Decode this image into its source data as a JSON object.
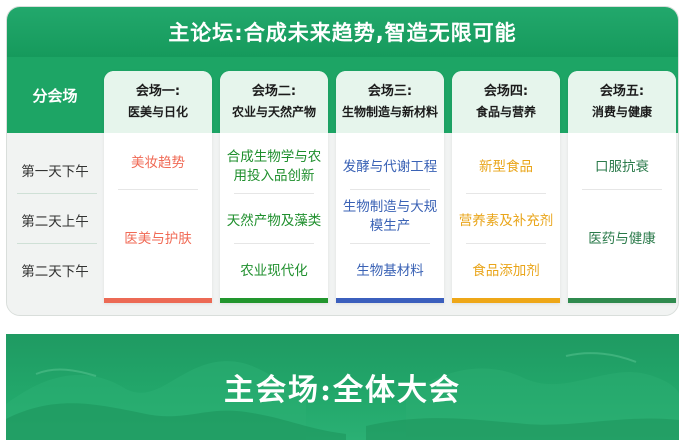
{
  "header": {
    "title": "主论坛:合成未来趋势,智造无限可能"
  },
  "row_header": "分会场",
  "rows": [
    "第一天下午",
    "第二天上午",
    "第二天下午"
  ],
  "columns": [
    {
      "title": "会场一:",
      "subtitle": "医美与日化",
      "color": "#f06a55",
      "bar_color": "#ec6a55",
      "cells": [
        "美妆趋势",
        "医美与护肤"
      ]
    },
    {
      "title": "会场二:",
      "subtitle": "农业与天然产物",
      "color": "#1f8f2d",
      "bar_color": "#22962e",
      "cells": [
        "合成生物学与农用投入品创新",
        "天然产物及藻类",
        "农业现代化"
      ]
    },
    {
      "title": "会场三:",
      "subtitle": "生物制造与新材料",
      "color": "#3a62b5",
      "bar_color": "#3b5fbd",
      "cells": [
        "发酵与代谢工程",
        "生物制造与大规模生产",
        "生物基材料"
      ]
    },
    {
      "title": "会场四:",
      "subtitle": "食品与营养",
      "color": "#e9a51a",
      "bar_color": "#eea718",
      "cells": [
        "新型食品",
        "营养素及补充剂",
        "食品添加剂"
      ]
    },
    {
      "title": "会场五:",
      "subtitle": "消费与健康",
      "color": "#2a7a4a",
      "bar_color": "#2f8a4e",
      "cells": [
        "口服抗衰",
        "医药与健康"
      ]
    }
  ],
  "banner": {
    "title": "主会场:全体大会"
  }
}
